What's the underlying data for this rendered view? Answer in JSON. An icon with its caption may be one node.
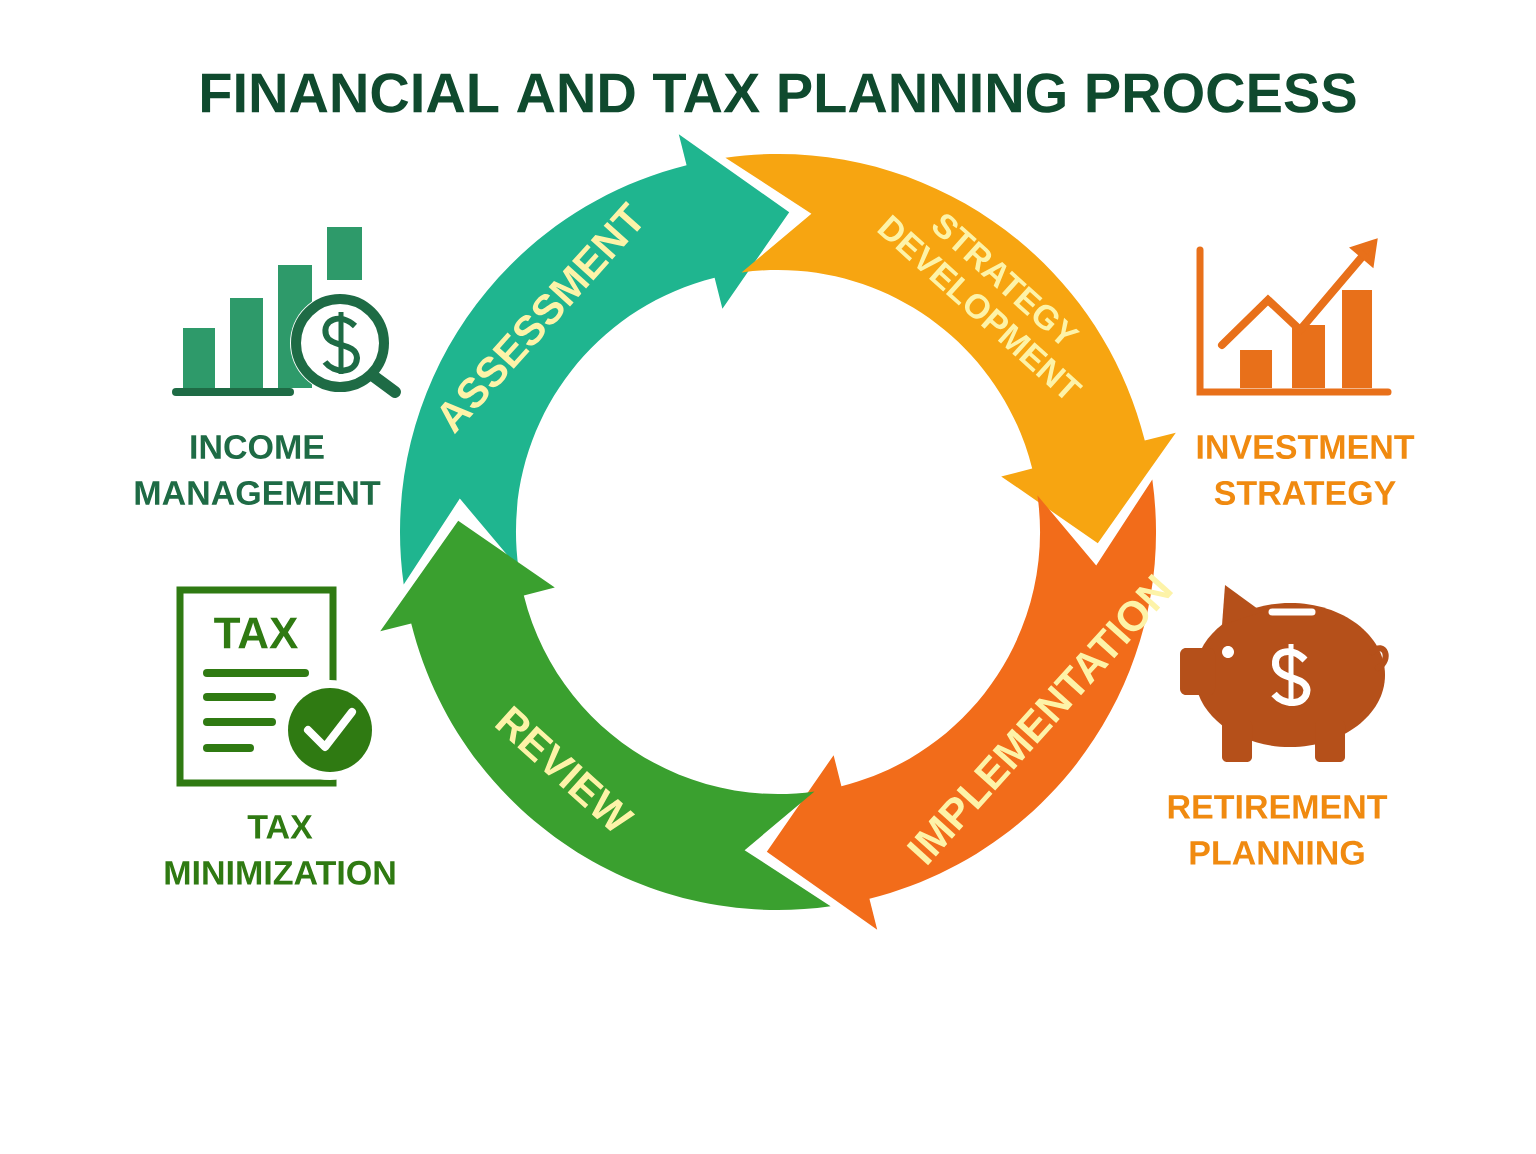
{
  "diagram": {
    "title": "FINANCIAL AND TAX PLANNING PROCESS",
    "nodes": [
      {
        "text": [
          "ASSESSMENT"
        ]
      },
      {
        "text": [
          "STRATEGY DEVELOPMENT"
        ]
      },
      {
        "text": [
          "IMPLEMENTATION"
        ]
      },
      {
        "text": [
          "REVIEW"
        ]
      },
      {
        "text": [
          "INCOME MANAGEMENT"
        ]
      },
      {
        "text": [
          "INVESTMENT STRATEGY"
        ]
      },
      {
        "text": [
          "TAX MINIMIZATION"
        ]
      },
      {
        "text": [
          "RETIREMENT PLANNING"
        ]
      }
    ],
    "labels": [
      "TAX"
    ]
  }
}
